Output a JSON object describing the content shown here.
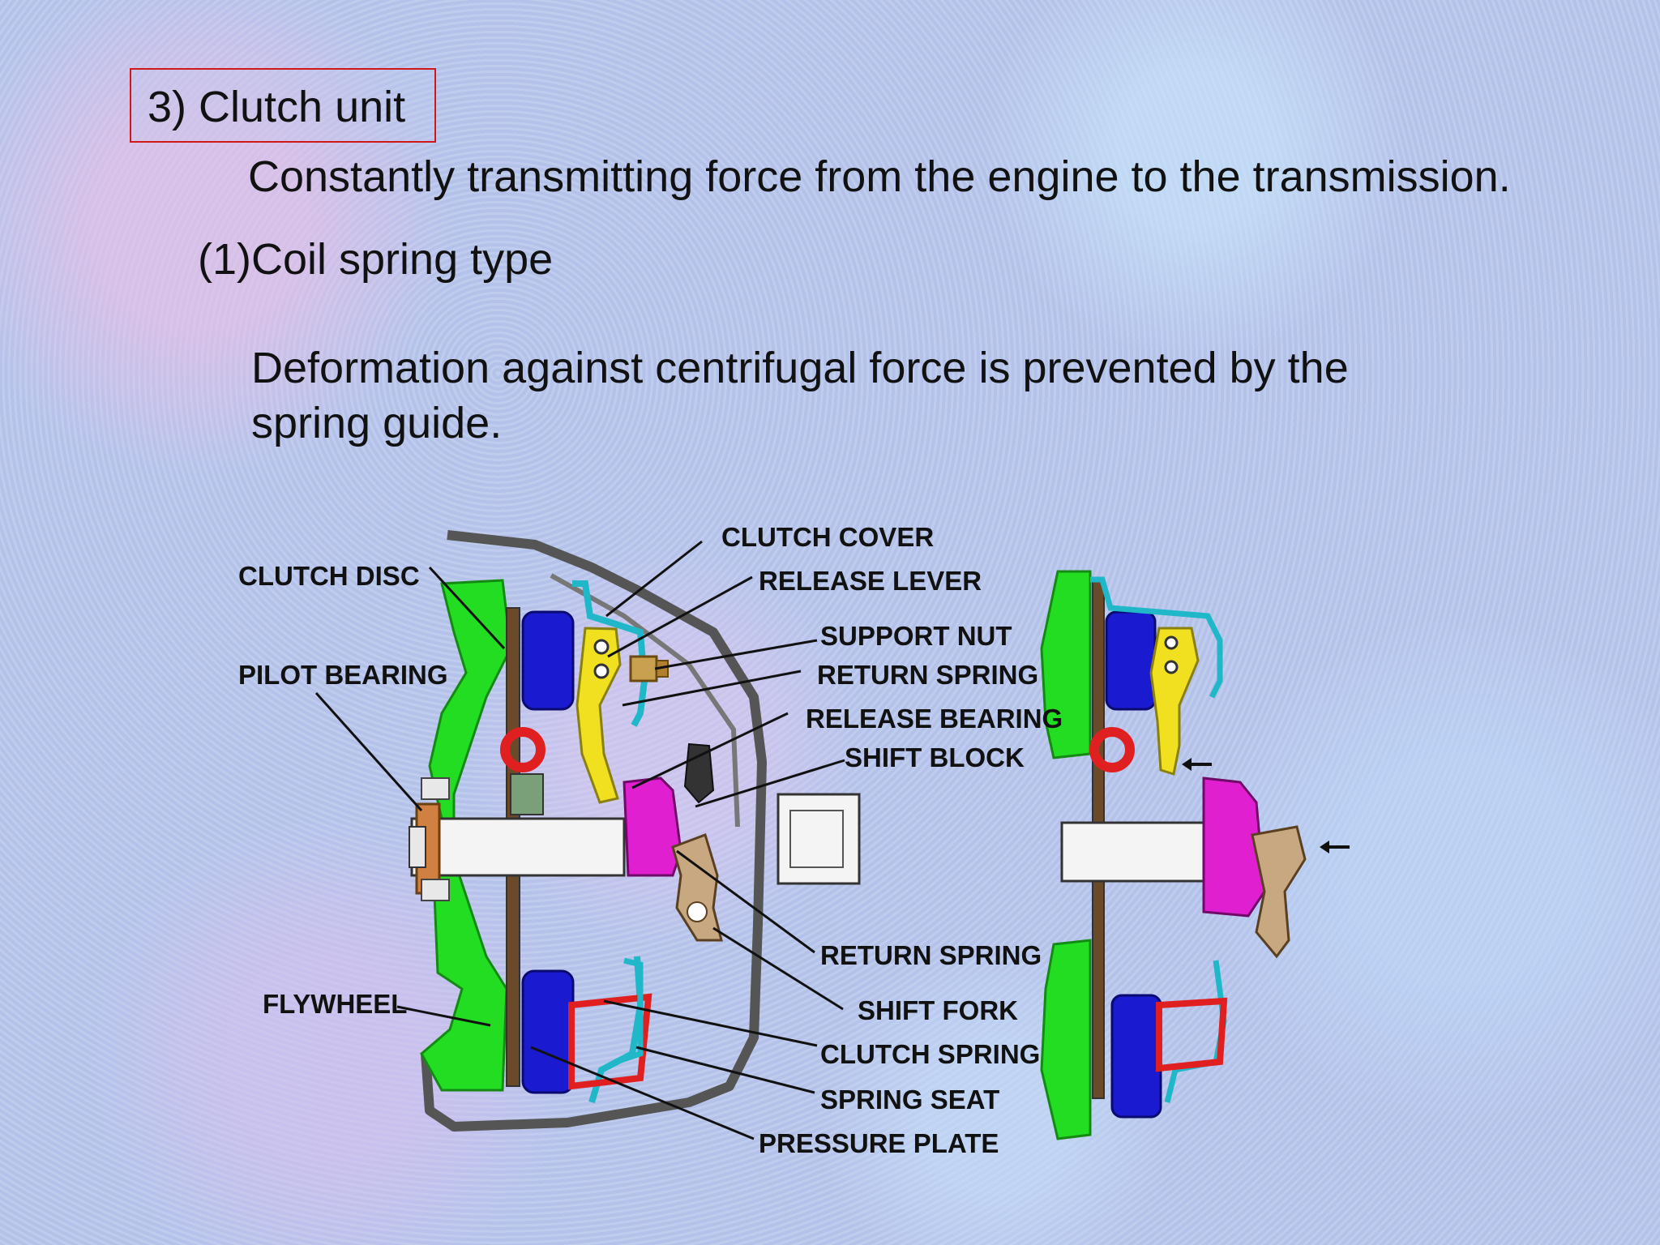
{
  "heading": "3) Clutch unit",
  "body_lines": {
    "line1": "Constantly transmitting force from the engine to the transmission.",
    "line2": "(1)Coil spring type",
    "line3": "Deformation against centrifugal force is prevented by the",
    "line4": "spring guide."
  },
  "diagram_labels": {
    "clutch_disc": "CLUTCH DISC",
    "pilot_bearing": "PILOT BEARING",
    "flywheel": "FLYWHEEL",
    "clutch_cover": "CLUTCH COVER",
    "release_lever": "RELEASE LEVER",
    "support_nut": "SUPPORT NUT",
    "return_spring_upper": "RETURN SPRING",
    "release_bearing": "RELEASE BEARING",
    "shift_block": "SHIFT BLOCK",
    "return_spring_lower": "RETURN SPRING",
    "shift_fork": "SHIFT FORK",
    "clutch_spring": "CLUTCH SPRING",
    "spring_seat": "SPRING SEAT",
    "pressure_plate": "PRESSURE PLATE"
  },
  "colors": {
    "flywheel": "#22dd22",
    "pressure_plate": "#1a1ad0",
    "release_lever": "#f0e020",
    "release_bearing": "#e020d0",
    "clutch_cover": "#20b8c8",
    "clutch_spring": "#e02020",
    "housing": "#555555",
    "shaft": "#f4f4f4",
    "heading_border": "#d01818"
  }
}
